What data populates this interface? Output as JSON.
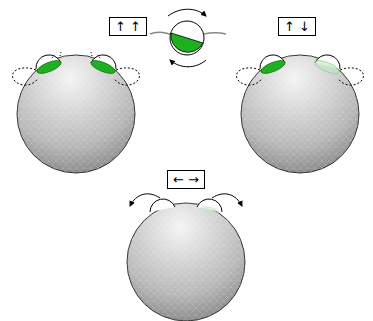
{
  "diagram": {
    "nodes": [
      {
        "text": [
          "↑ ↑"
        ]
      },
      {
        "text": [
          "↑ ↓"
        ]
      },
      {
        "text": [
          "← →"
        ]
      }
    ]
  }
}
